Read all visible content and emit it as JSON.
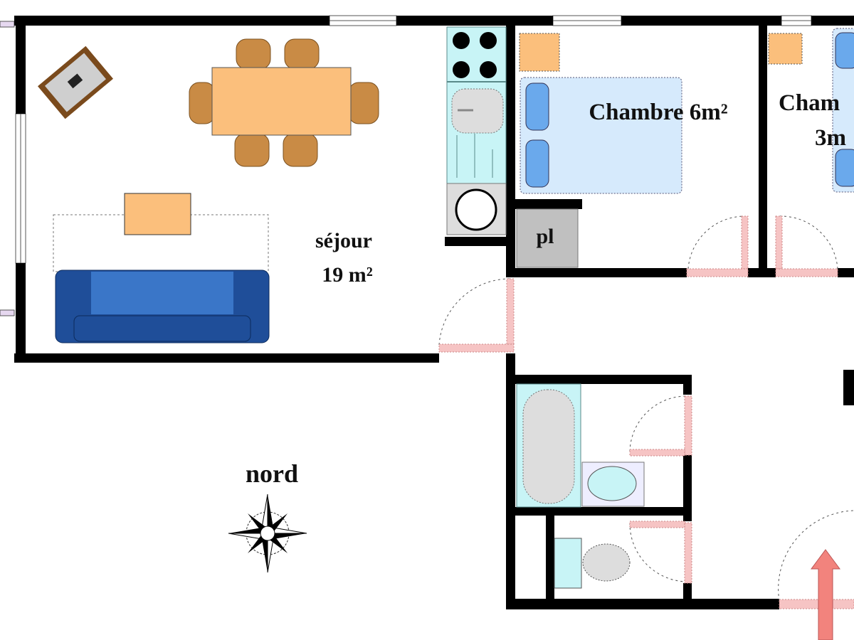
{
  "rooms": {
    "sejour": {
      "name": "séjour",
      "area": "19 m²"
    },
    "chambre1": {
      "label": "Chambre 6m²"
    },
    "chambre2": {
      "label_line1": "Cham",
      "label_line2": "3m"
    },
    "placard": {
      "label": "pl"
    }
  },
  "compass": {
    "label": "nord"
  },
  "colors": {
    "wall": "#000000",
    "furniture_orange": "#fbbf7c",
    "chair_brown": "#c98b45",
    "sofa_blue": "#1f4e99",
    "bed_blue": "#d6eafc",
    "pillow_blue": "#6aa9ec",
    "kitchen_cyan": "#c8f4f6",
    "door_pink": "#f6c4c4",
    "entrance_arrow": "#f2837d",
    "closet_gray": "#c0c0c0"
  }
}
